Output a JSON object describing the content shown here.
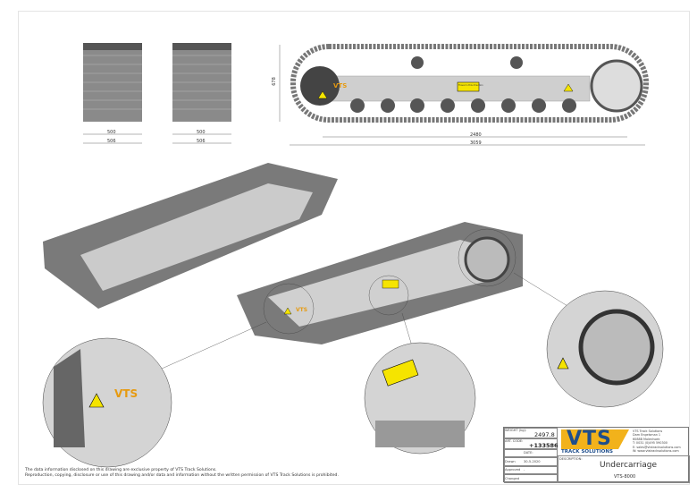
{
  "dimensions": {
    "front_inner_1": "500",
    "front_outer_1": "506",
    "front_inner_2": "500",
    "front_outer_2": "506",
    "height": "678",
    "wheelbase": "2480",
    "length": "3059"
  },
  "decals": {
    "direction_label": "Travel in this direction",
    "brand": "VTS"
  },
  "disclaimer": {
    "line1": "The data information disclosed on this drawing are exclusive property of VTS Track Solutions.",
    "line2": "Reproduction, copying, disclosure or use of this drawing and/or data and information without the written permission of VTS Track Solutions is prohibited."
  },
  "title_block": {
    "weight_label": "WEIGHT (kg):",
    "weight": "2497.8",
    "art_code_label": "ART. CODE:",
    "art_code": "+133586",
    "date_label": "DATE:",
    "drawn_label": "Drawn",
    "drawn_date": "30-5-2020",
    "approved_label": "Approved",
    "approved_value": "-",
    "changed_label": "Changed",
    "logo_text": "VTS",
    "logo_sub": "TRACK SOLUTIONS",
    "contact": [
      "VTS Track Solutions",
      "Dam Engelsman 1",
      "6088B Molenhoek",
      "T: 0031 (0)495 590300",
      "E: sales@vtstracksolutions.com",
      "W: www.vtstracksolutions.com"
    ],
    "description_label": "DESCRIPTION:",
    "description": "Undercarriage",
    "model": "VTS-8000"
  },
  "colors": {
    "brand_blue": "#1f4e8c",
    "brand_yellow": "#f2b21b",
    "steel": "#c8c8c8"
  }
}
